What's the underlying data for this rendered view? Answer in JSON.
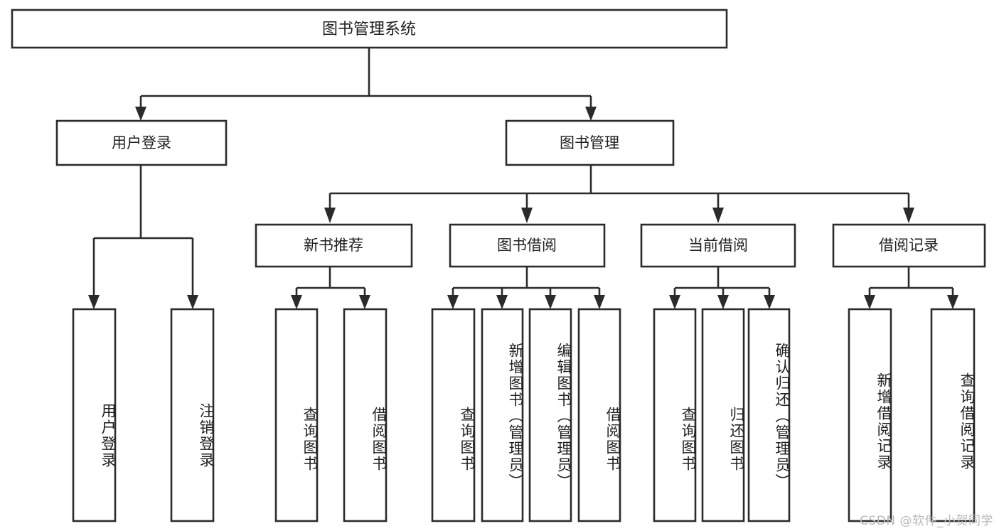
{
  "diagram": {
    "title": "图书管理系统",
    "type": "tree",
    "watermark": "CSDN @软件_小贺同学",
    "colors": {
      "box_stroke": "#2b2b2b",
      "box_fill": "#ffffff",
      "line": "#2b2b2b",
      "text": "#1f1f1f",
      "background": "#ffffff",
      "watermark": "#b8b8b8"
    },
    "root": {
      "label": "图书管理系统"
    },
    "level2": [
      {
        "label": "用户登录"
      },
      {
        "label": "图书管理"
      }
    ],
    "level3": [
      {
        "label": "新书推荐"
      },
      {
        "label": "图书借阅"
      },
      {
        "label": "当前借阅"
      },
      {
        "label": "借阅记录"
      }
    ],
    "leaves": {
      "user_login": [
        {
          "label": "用户登录"
        },
        {
          "label": "注销登录"
        }
      ],
      "new_book_recommend": [
        {
          "label": "查询图书"
        },
        {
          "label": "借阅图书"
        }
      ],
      "book_borrow": [
        {
          "label": "查询图书"
        },
        {
          "label": "新增图书（管理员）"
        },
        {
          "label": "编辑图书（管理员）"
        },
        {
          "label": "借阅图书"
        }
      ],
      "current_borrow": [
        {
          "label": "查询图书"
        },
        {
          "label": "归还图书"
        },
        {
          "label": "确认归还（管理员）"
        }
      ],
      "borrow_record": [
        {
          "label": "新增借阅记录"
        },
        {
          "label": "查询借阅记录"
        }
      ]
    }
  }
}
